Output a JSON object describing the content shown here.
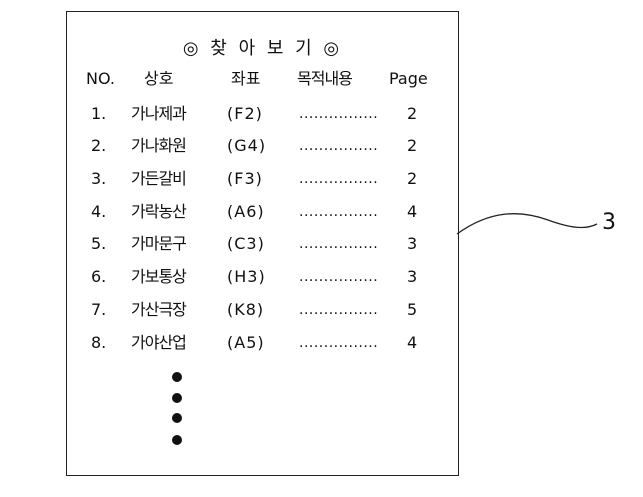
{
  "index": {
    "title": "◎ 찾 아 보 기 ◎",
    "headers": {
      "no": "NO.",
      "name": "상호",
      "coord": "좌표",
      "purpose": "목적내용",
      "page": "Page"
    },
    "rows": [
      {
        "no": "1.",
        "name": "가나제과",
        "coord": "(F2)",
        "dots": "................",
        "page": "2"
      },
      {
        "no": "2.",
        "name": "가나화원",
        "coord": "(G4)",
        "dots": "................",
        "page": "2"
      },
      {
        "no": "3.",
        "name": "가든갈비",
        "coord": "(F3)",
        "dots": "................",
        "page": "2"
      },
      {
        "no": "4.",
        "name": "가락농산",
        "coord": "(A6)",
        "dots": "................",
        "page": "4"
      },
      {
        "no": "5.",
        "name": "가마문구",
        "coord": "(C3)",
        "dots": "................",
        "page": "3"
      },
      {
        "no": "6.",
        "name": "가보통상",
        "coord": "(H3)",
        "dots": "................",
        "page": "3"
      },
      {
        "no": "7.",
        "name": "가산극장",
        "coord": "(K8)",
        "dots": "................",
        "page": "5"
      },
      {
        "no": "8.",
        "name": "가야산업",
        "coord": "(A5)",
        "dots": "................",
        "page": "4"
      }
    ]
  },
  "reference_label": "3"
}
